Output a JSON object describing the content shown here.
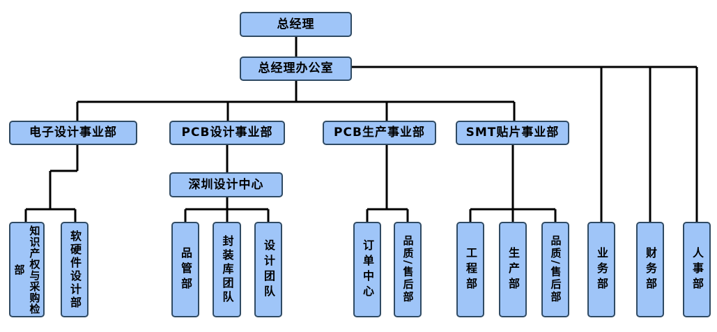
{
  "diagram": {
    "ceo": "总经理",
    "ceo_office": "总经理办公室",
    "divisions": {
      "electronic_design": "电子设计事业部",
      "pcb_design": "PCB设计事业部",
      "pcb_production": "PCB生产事业部",
      "smt": "SMT贴片事业部"
    },
    "shenzhen_center": "深圳设计中心",
    "departments": {
      "ip_procurement_inspection": "知识产权与采购检部",
      "software_hardware_design": "软硬件设计部",
      "quality_mgmt": "品管部",
      "packaging_library_team": "封装库团队",
      "design_team": "设计团队",
      "order_center": "订单中心",
      "quality_aftersales_pcb": "品质/售后部",
      "engineering": "工程部",
      "production": "生产部",
      "quality_aftersales_smt": "品质/售后部",
      "sales": "业务部",
      "finance": "财务部",
      "hr": "人事部"
    }
  }
}
